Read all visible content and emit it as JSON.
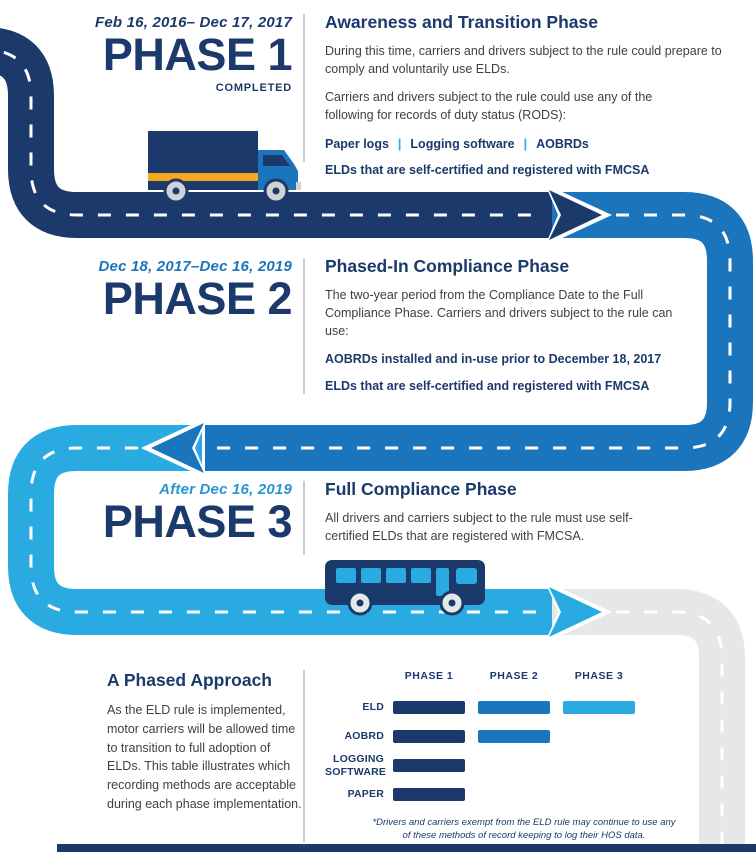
{
  "colors": {
    "navy": "#1b3a6b",
    "blue": "#1b75bc",
    "lightblue": "#29abe2",
    "roadgray": "#e6e7e8",
    "orange": "#f5a81c"
  },
  "phase1": {
    "date": "Feb 16, 2016– Dec 17, 2017",
    "label": "PHASE 1",
    "status": "COMPLETED",
    "title": "Awareness and Transition Phase",
    "para1": "During this time, carriers and drivers subject to the rule could prepare to comply and voluntarily use ELDs.",
    "para2": "Carriers and drivers subject to the rule could use any of the following for records of duty status (RODS):",
    "methods": [
      "Paper logs",
      "Logging software",
      "AOBRDs"
    ],
    "separator": "|",
    "eld_line": "ELDs that are self-certified and registered with FMCSA"
  },
  "phase2": {
    "date": "Dec 18, 2017–Dec 16, 2019",
    "label": "PHASE 2",
    "title": "Phased-In Compliance Phase",
    "para1": "The two-year period from the Compliance Date to the Full Compliance Phase. Carriers and drivers subject to the rule can use:",
    "bold1": "AOBRDs installed and in-use prior to December 18, 2017",
    "bold2": "ELDs that are self-certified and registered with FMCSA"
  },
  "phase3": {
    "date": "After Dec 16, 2019",
    "label": "PHASE 3",
    "title": "Full Compliance Phase",
    "para1": "All drivers and carriers subject to the rule must use self-certified ELDs that are registered with FMCSA."
  },
  "approach": {
    "title": "A Phased Approach",
    "body": "As the ELD rule is implemented, motor carriers will be allowed time to transition to full adoption of ELDs. This table illustrates which recording methods are acceptable during each phase implementation.",
    "footnote": "*Drivers and carriers exempt from the ELD rule may continue to use any of these methods of record keeping to log their HOS data."
  },
  "chart_data": {
    "type": "table",
    "columns": [
      "PHASE 1",
      "PHASE 2",
      "PHASE 3"
    ],
    "rows": [
      {
        "label": "ELD",
        "phases": [
          true,
          true,
          true
        ]
      },
      {
        "label": "AOBRD",
        "phases": [
          true,
          true,
          false
        ]
      },
      {
        "label": "LOGGING SOFTWARE",
        "phases": [
          true,
          false,
          false
        ]
      },
      {
        "label": "PAPER",
        "phases": [
          true,
          false,
          false
        ]
      }
    ],
    "bar_colors": [
      "#1b3a6b",
      "#1b75bc",
      "#29abe2"
    ]
  }
}
